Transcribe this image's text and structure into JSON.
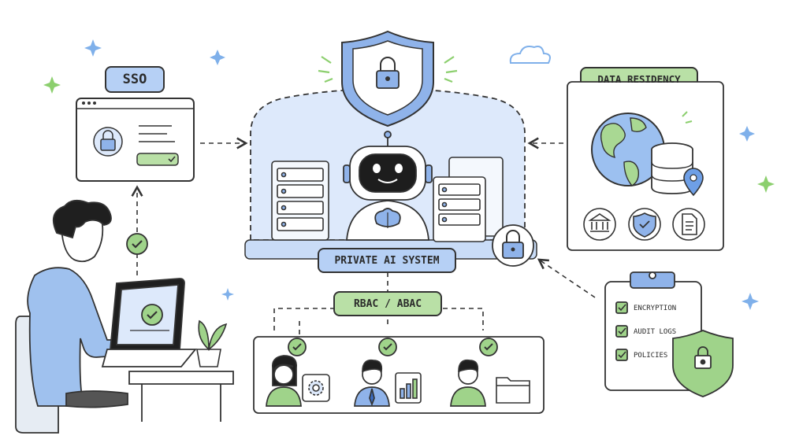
{
  "labels": {
    "sso": "SSO",
    "data_residency": "DATA RESIDENCY",
    "private_ai": "PRIVATE AI SYSTEM",
    "rbac": "RBAC / ABAC"
  },
  "checklist": [
    "ENCRYPTION",
    "AUDIT LOGS",
    "POLICIES"
  ],
  "colors": {
    "blue": "#8fb3ea",
    "blue_light": "#dde9fb",
    "green": "#9fd38a",
    "green_dark": "#4e9a3a",
    "ink": "#2f2f2f"
  }
}
